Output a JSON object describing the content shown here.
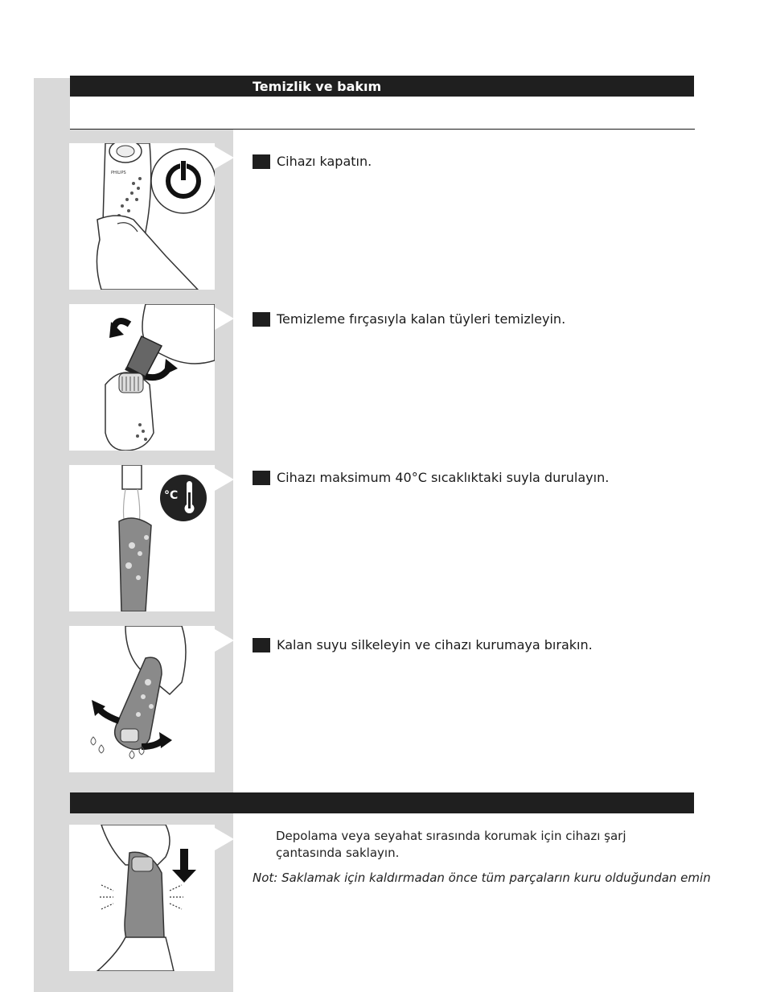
{
  "header": {
    "section_title": "Temizlik ve bakım",
    "section2_title": ""
  },
  "steps": [
    {
      "text": "Cihazı kapatın.",
      "illustration": "power-off-illustration"
    },
    {
      "text": "Temizleme fırçasıyla kalan tüyleri temizleyin.",
      "illustration": "brush-cleaning-illustration"
    },
    {
      "text": "Cihazı maksimum 40°C sıcaklıktaki suyla durulayın.",
      "illustration": "rinse-illustration"
    },
    {
      "text": "Kalan suyu silkeleyin ve cihazı kurumaya bırakın.",
      "illustration": "shake-dry-illustration"
    }
  ],
  "storage": {
    "paragraph": "Depolama veya seyahat sırasında korumak için cihazı şarj çantasında saklayın.",
    "note": "Not: Saklamak için kaldırmadan önce tüm parçaların kuru olduğundan emin",
    "illustration": "storage-pouch-illustration"
  },
  "illustration_labels": {
    "brand": "PHILIPS",
    "temp_unit": "°C"
  },
  "colors": {
    "bar": "#1f1f1f",
    "sidebar": "#d9d9d9",
    "device": "#8a8a8a"
  }
}
